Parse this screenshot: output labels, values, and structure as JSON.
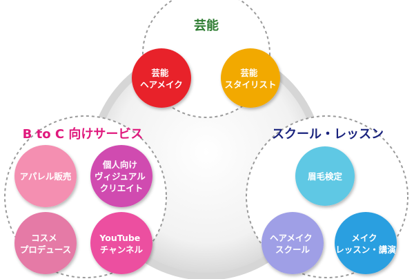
{
  "groups": {
    "geino": {
      "title": "芸能",
      "color": "#2e7d32"
    },
    "btoc": {
      "title": "B to C 向けサービス",
      "color": "#e0197d"
    },
    "school": {
      "title": "スクール・レッスン",
      "color": "#1a237e"
    }
  },
  "nodes": {
    "geino_hairmake": [
      "芸能",
      "ヘアメイク"
    ],
    "geino_stylist": [
      "芸能",
      "スタイリスト"
    ],
    "apparel": [
      "アパレル販売"
    ],
    "visual": [
      "個人向け",
      "ヴィジュアル",
      "クリエイト"
    ],
    "cosme": [
      "コスメ",
      "プロデュース"
    ],
    "youtube": [
      "YouTube",
      "チャンネル"
    ],
    "mayuge": [
      "眉毛検定"
    ],
    "hairmake_school": [
      "ヘアメイク",
      "スクール"
    ],
    "make_lesson": [
      "メイク",
      "レッスン・講演"
    ]
  },
  "colors": {
    "red": "#e8202a",
    "orange": "#f2a900",
    "pink_light": "#f48fb1",
    "magenta": "#d04cb0",
    "pink_mid": "#e57aa6",
    "pink_hot": "#ec4fa0",
    "cyan": "#5ec8e4",
    "lavender": "#9f9fe6",
    "blue": "#2c9fe0"
  }
}
